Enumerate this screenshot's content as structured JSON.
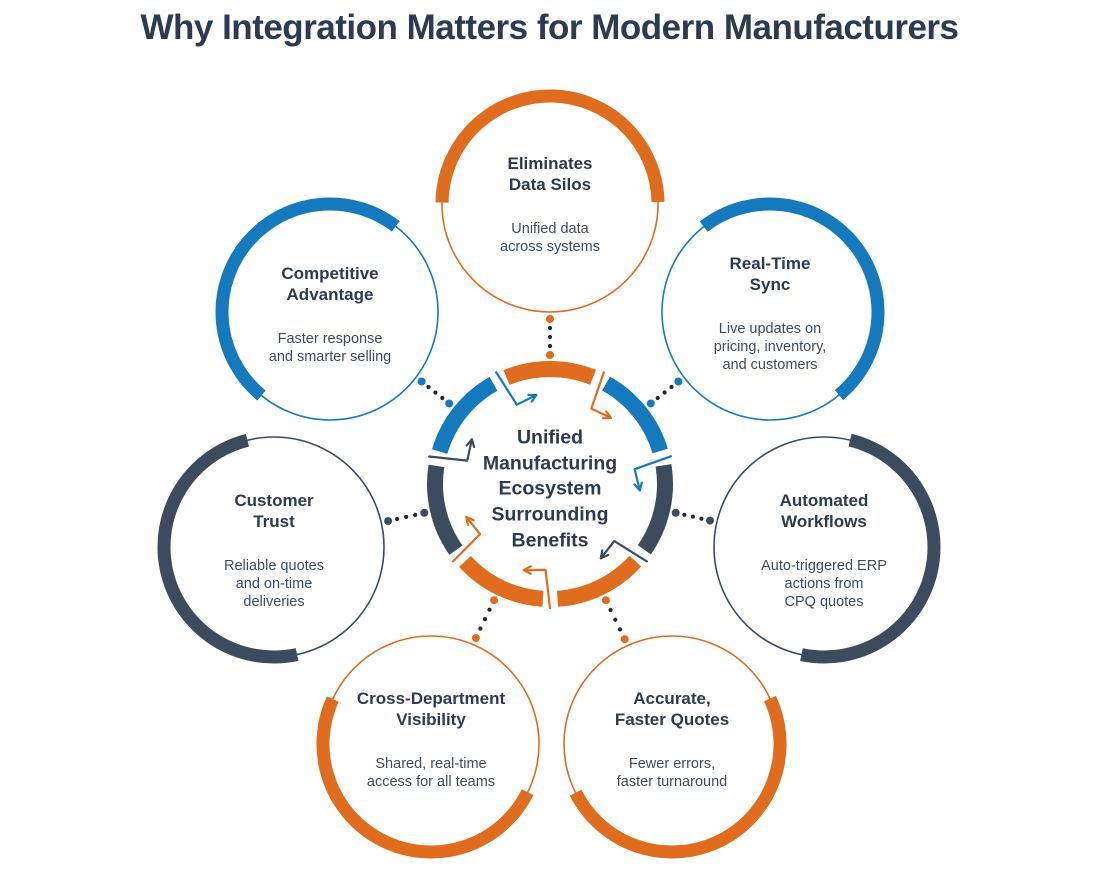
{
  "page_title": "Why Integration Matters for Modern Manufacturers",
  "palette": {
    "orange": "#E06C1E",
    "blue": "#1579BE",
    "navy": "#3D4B5E",
    "text": "#2D3B52",
    "subtext": "#3D4B63",
    "connector_dot": "#23272E"
  },
  "diagram": {
    "center": {
      "title": [
        "Unified",
        "Manufacturing",
        "Ecosystem",
        "Surrounding",
        "Benefits"
      ]
    },
    "nodes": [
      {
        "id": "eliminates-data-silos",
        "title": [
          "Eliminates",
          "Data Silos"
        ],
        "subtitle": [
          "Unified data",
          "across systems"
        ],
        "color": "orange"
      },
      {
        "id": "competitive-advantage",
        "title": [
          "Competitive",
          "Advantage"
        ],
        "subtitle": [
          "Faster response",
          "and smarter selling"
        ],
        "color": "blue"
      },
      {
        "id": "real-time-sync",
        "title": [
          "Real-Time",
          "Sync"
        ],
        "subtitle": [
          "Live updates on",
          "pricing, inventory,",
          "and customers"
        ],
        "color": "blue"
      },
      {
        "id": "customer-trust",
        "title": [
          "Customer",
          "Trust"
        ],
        "subtitle": [
          "Reliable quotes",
          "and on-time",
          "deliveries"
        ],
        "color": "navy"
      },
      {
        "id": "automated-workflows",
        "title": [
          "Automated",
          "Workflows"
        ],
        "subtitle": [
          "Auto-triggered ERP",
          "actions from",
          "CPQ quotes"
        ],
        "color": "navy"
      },
      {
        "id": "cross-department-visibility",
        "title": [
          "Cross-Department",
          "Visibility"
        ],
        "subtitle": [
          "Shared, real-time",
          "access for all teams"
        ],
        "color": "orange"
      },
      {
        "id": "accurate-faster-quotes",
        "title": [
          "Accurate,",
          "Faster Quotes"
        ],
        "subtitle": [
          "Fewer errors,",
          "faster turnaround"
        ],
        "color": "orange"
      }
    ]
  }
}
